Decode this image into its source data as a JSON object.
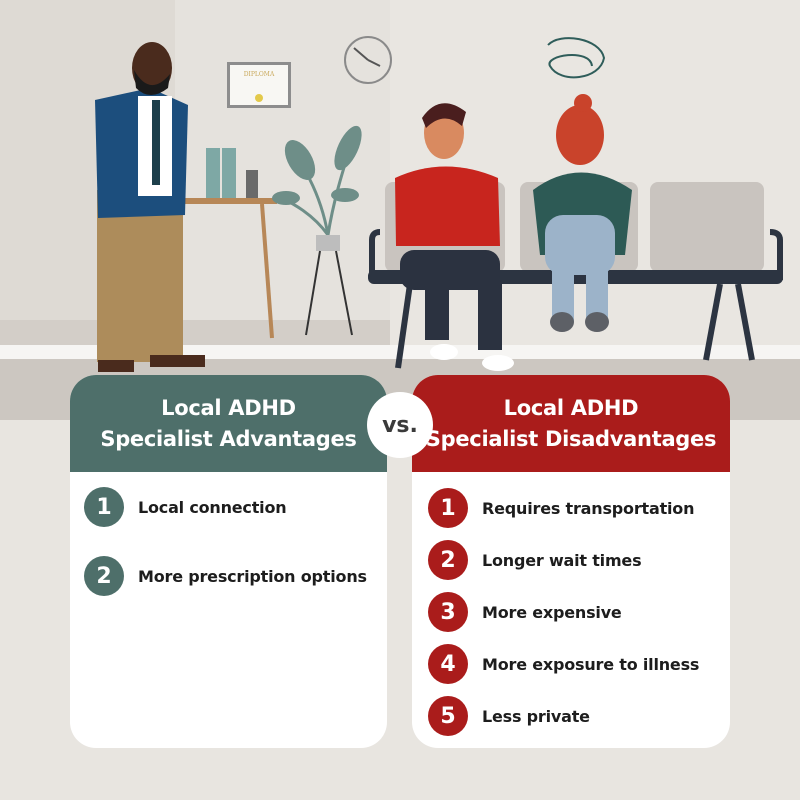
{
  "illustration": {
    "diploma_text": "DIPLOMA"
  },
  "advantages": {
    "title_line1": "Local ADHD",
    "title_line2": "Specialist Advantages",
    "color": "#4e6f6a",
    "items": [
      {
        "number": "1",
        "label": "Local connection"
      },
      {
        "number": "2",
        "label": "More prescription options"
      }
    ]
  },
  "vs_label": "vs.",
  "disadvantages": {
    "title_line1": "Local ADHD",
    "title_line2": "Specialist Disadvantages",
    "color": "#aa1c1b",
    "items": [
      {
        "number": "1",
        "label": "Requires transportation"
      },
      {
        "number": "2",
        "label": "Longer wait times"
      },
      {
        "number": "3",
        "label": "More expensive"
      },
      {
        "number": "4",
        "label": "More exposure to illness"
      },
      {
        "number": "5",
        "label": "Less private"
      }
    ]
  }
}
